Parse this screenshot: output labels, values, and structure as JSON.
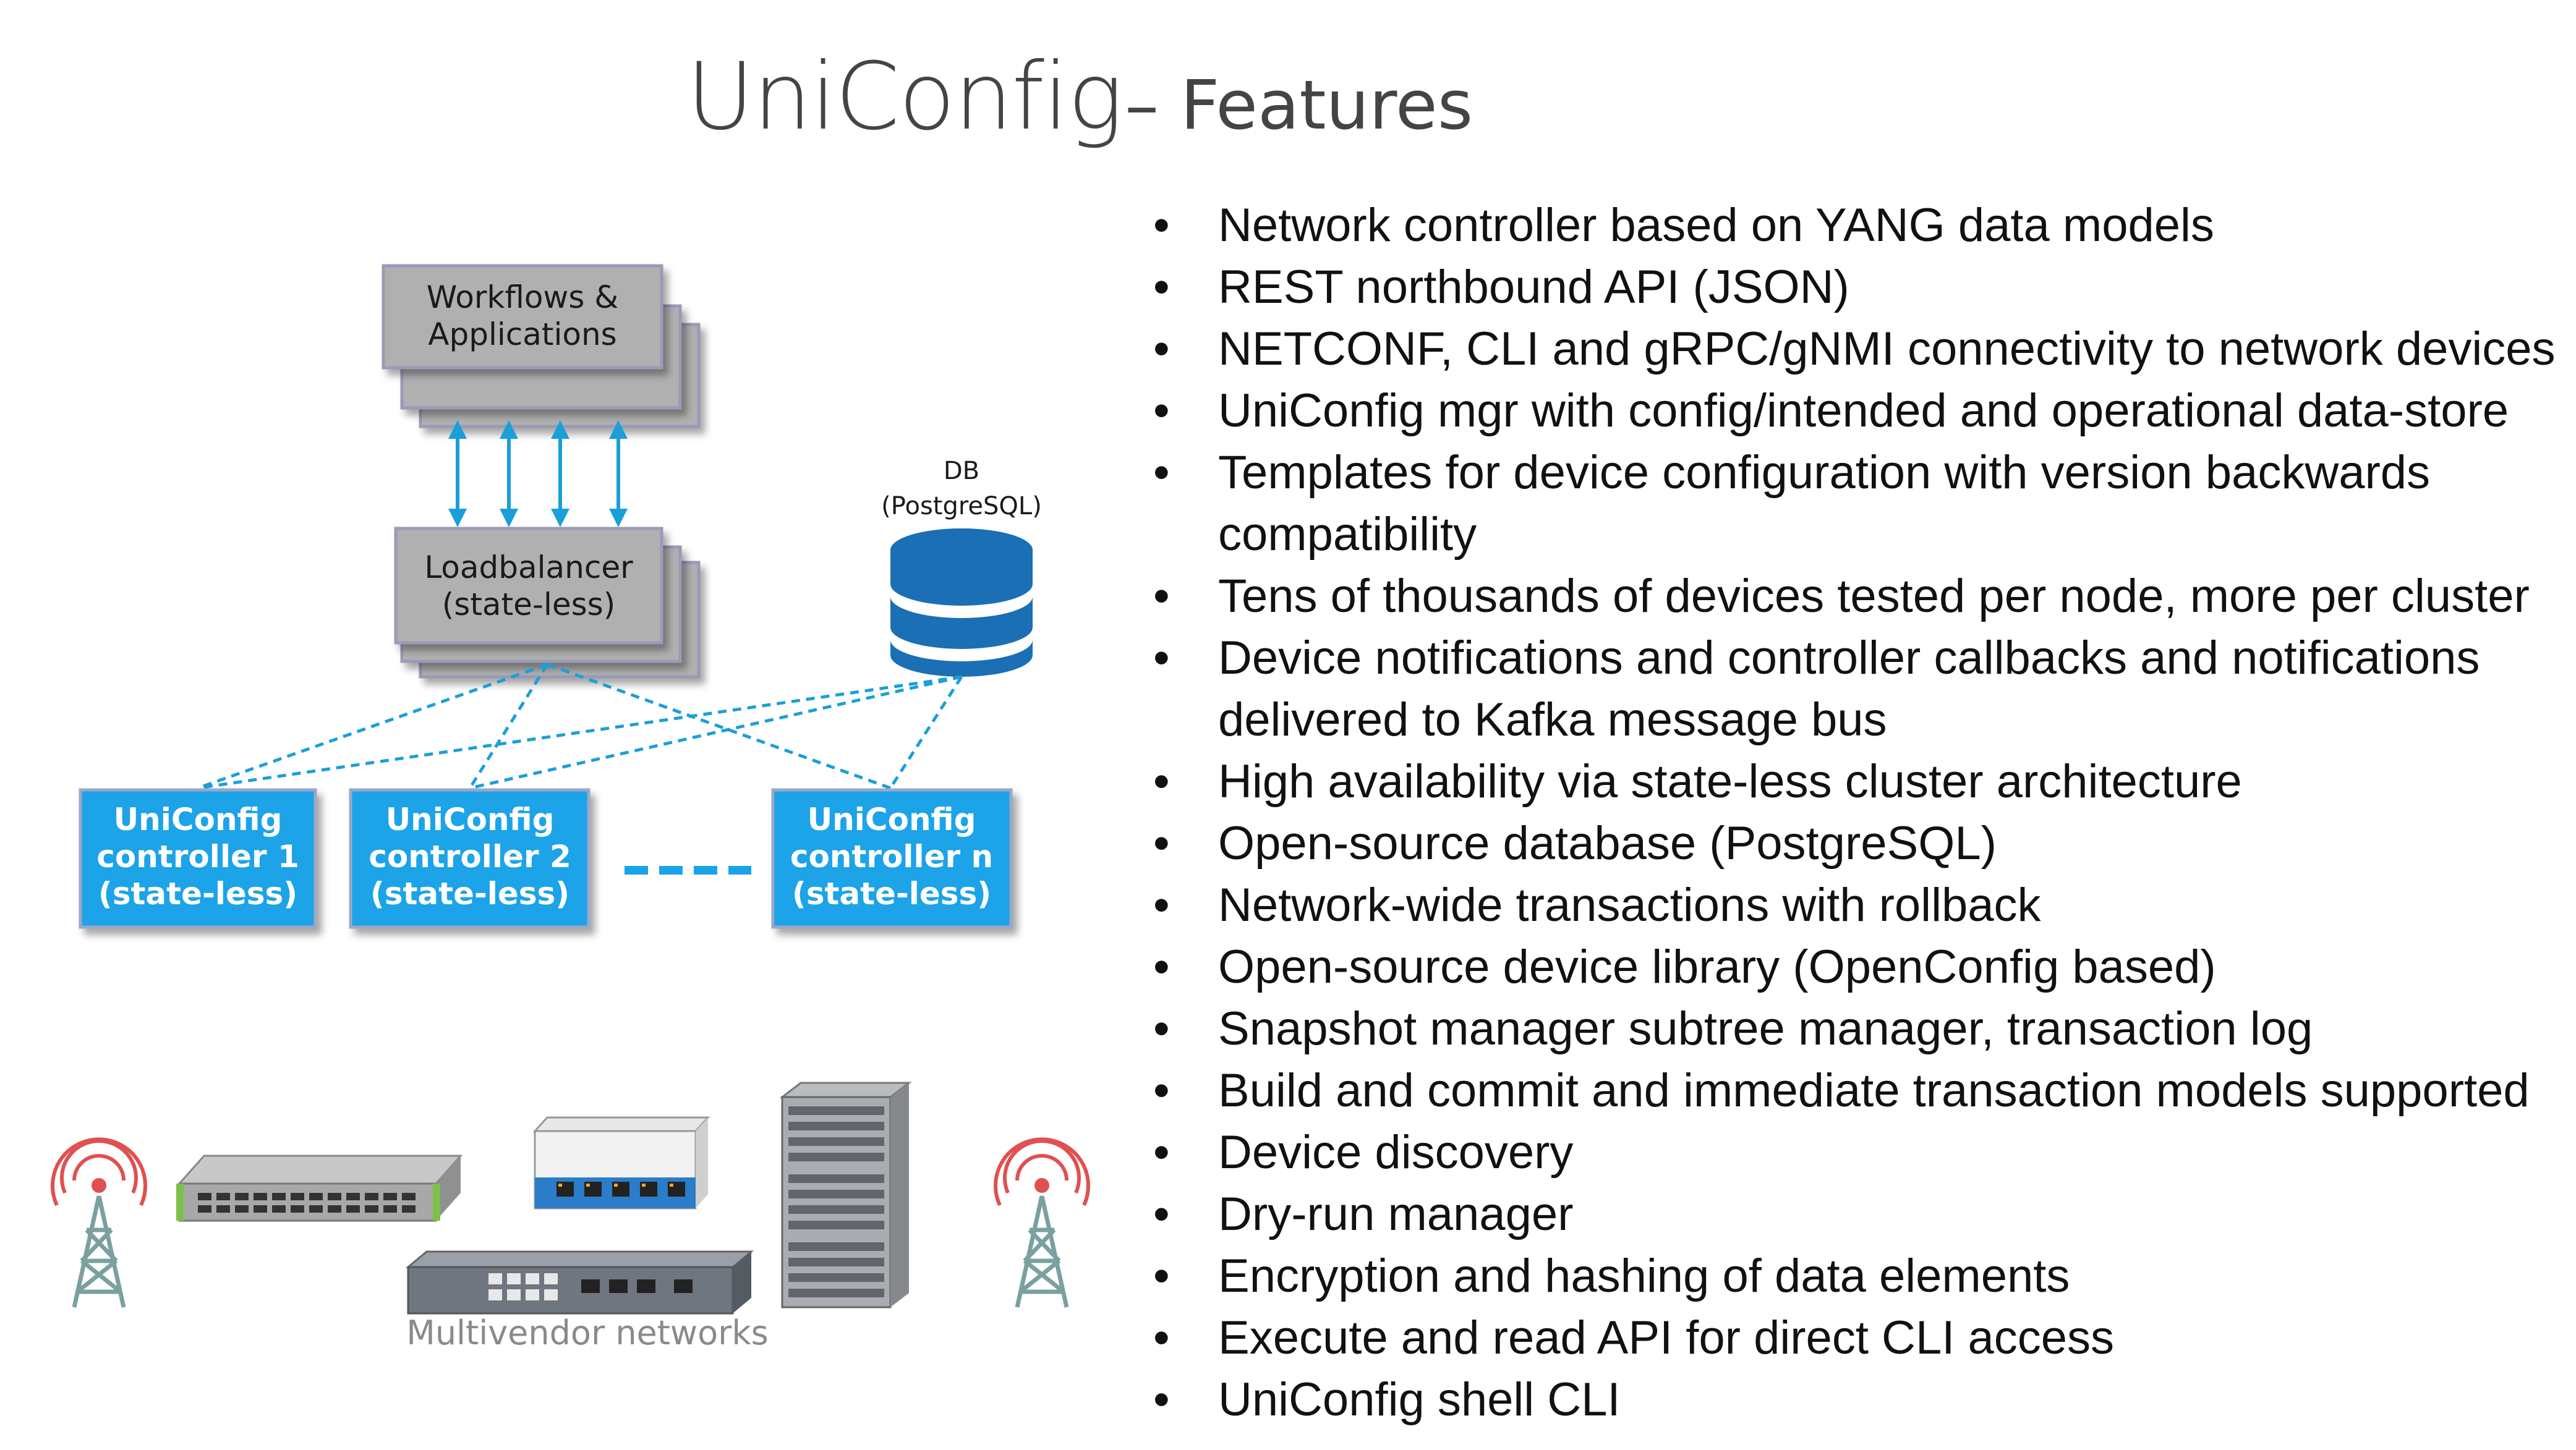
{
  "title": {
    "main": "UniConfig",
    "sub": "– Features"
  },
  "features": [
    "Network controller based on YANG data models",
    "REST northbound API (JSON)",
    "NETCONF, CLI and gRPC/gNMI connectivity to network devices",
    "UniConfig mgr with config/intended and operational data-store",
    "Templates for device configuration with version backwards compatibility",
    "Tens of thousands of devices tested per node, more per cluster",
    "Device notifications and controller callbacks and notifications delivered to Kafka message bus",
    "High availability via state-less cluster architecture",
    "Open-source database (PostgreSQL)",
    "Network-wide transactions with rollback",
    "Open-source device library (OpenConfig based)",
    "Snapshot manager subtree manager, transaction log",
    "Build and commit and immediate transaction models supported",
    "Device discovery",
    "Dry-run manager",
    "Encryption and hashing of data elements",
    "Execute and read API for direct CLI access",
    "UniConfig shell CLI"
  ],
  "diagram": {
    "workflows": {
      "line1": "Workflows &",
      "line2": "Applications"
    },
    "loadbalancer": {
      "line1": "Loadbalancer",
      "line2": "(state-less)"
    },
    "db": {
      "line1": "DB",
      "line2": "(PostgreSQL)"
    },
    "controllers": [
      {
        "line1": "UniConfig",
        "line2": "controller 1",
        "line3": "(state-less)"
      },
      {
        "line1": "UniConfig",
        "line2": "controller 2",
        "line3": "(state-less)"
      },
      {
        "line1": "UniConfig",
        "line2": "controller n",
        "line3": "(state-less)"
      }
    ],
    "networks_label": "Multivendor networks"
  },
  "colors": {
    "title": "#444444",
    "gray_box": "#b0b0b0",
    "gray_box_border": "#9a9ab8",
    "controller_blue": "#1aa3e8",
    "arrow_blue": "#1a9fd8",
    "db_blue": "#1a6fb5",
    "dashed_blue": "#1a9fd8",
    "tower_red": "#e05050",
    "tower_gray": "#7aa0a0"
  },
  "icons": [
    "database-icon",
    "radio-tower-icon",
    "network-switch-icon",
    "router-icon",
    "chassis-icon"
  ]
}
